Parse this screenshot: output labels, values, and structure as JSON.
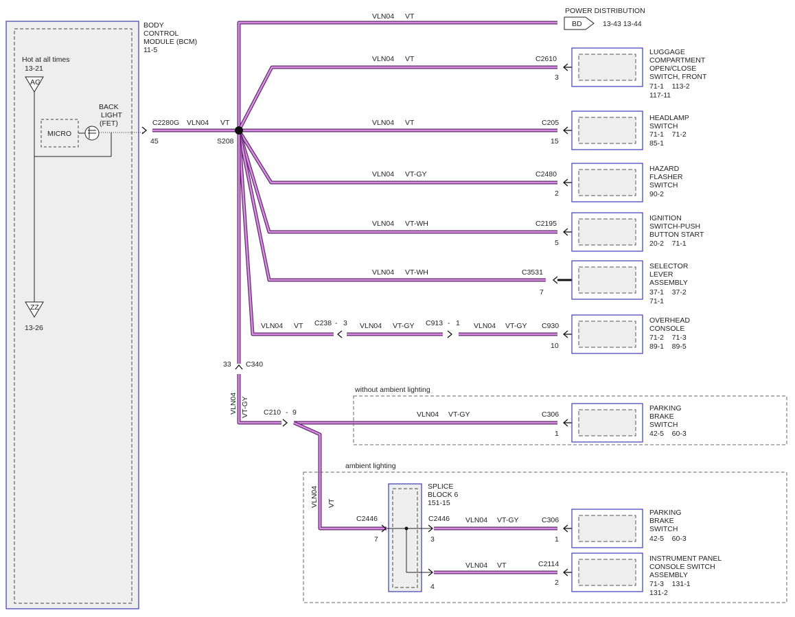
{
  "bcm": {
    "title_lines": [
      "BODY",
      "CONTROL",
      "MODULE (BCM)",
      "11-5"
    ],
    "hot_label": "Hot at all times",
    "hot_ref": "13-21",
    "ag": "AG",
    "zz": "ZZ",
    "zz_ref": "13-26",
    "micro": "MICRO",
    "backlight_lines": [
      "BACK",
      "LIGHT",
      "(FET)"
    ]
  },
  "main": {
    "connector": "C2280G",
    "pin": "45",
    "circuit": "VLN04",
    "color": "VT",
    "splice": "S208"
  },
  "power_distribution": {
    "title": "POWER DISTRIBUTION",
    "badge": "BD",
    "refs": "13-43  13-44",
    "circuit": "VLN04",
    "color": "VT"
  },
  "branches": [
    {
      "circuit": "VLN04",
      "color": "VT",
      "connector": "C2610",
      "pin": "3",
      "component": [
        "LUGGAGE",
        "COMPARTMENT",
        "OPEN/CLOSE",
        "SWITCH, FRONT",
        "71-1    113-2",
        "117-11"
      ]
    },
    {
      "circuit": "VLN04",
      "color": "VT",
      "connector": "C205",
      "pin": "15",
      "component": [
        "HEADLAMP",
        "SWITCH",
        "71-1    71-2",
        "85-1"
      ]
    },
    {
      "circuit": "VLN04",
      "color": "VT-GY",
      "connector": "C2480",
      "pin": "2",
      "component": [
        "HAZARD",
        "FLASHER",
        "SWITCH",
        "90-2"
      ]
    },
    {
      "circuit": "VLN04",
      "color": "VT-WH",
      "connector": "C2195",
      "pin": "5",
      "component": [
        "IGNITION",
        "SWITCH-PUSH",
        "BUTTON START",
        "20-2    71-1"
      ]
    },
    {
      "circuit": "VLN04",
      "color": "VT-WH",
      "connector": "C3531",
      "pin": "7",
      "component": [
        "SELECTOR",
        "LEVER",
        "ASSEMBLY",
        "37-1    37-2",
        "71-1"
      ]
    }
  ],
  "overhead": {
    "seg1_circuit": "VLN04",
    "seg1_color": "VT",
    "c238": "C238",
    "c238_pin": "3",
    "seg2_circuit": "VLN04",
    "seg2_color": "VT-GY",
    "c913": "C913",
    "c913_pin": "1",
    "seg3_circuit": "VLN04",
    "seg3_color": "VT-GY",
    "connector": "C930",
    "pin": "10",
    "component": [
      "OVERHEAD",
      "CONSOLE",
      "71-2    71-3",
      "89-1    89-5"
    ]
  },
  "c340": {
    "connector": "C340",
    "pin": "33",
    "circuit": "VLN04",
    "color": "VT-GY"
  },
  "c210": {
    "connector": "C210",
    "pin": "9"
  },
  "without_ambient": {
    "label": "without ambient lighting",
    "circuit": "VLN04",
    "color": "VT-GY",
    "connector": "C306",
    "pin": "1",
    "component": [
      "PARKING",
      "BRAKE",
      "SWITCH",
      "42-5    60-3"
    ]
  },
  "ambient": {
    "label": "ambient lighting",
    "vert_circuit": "VLN04",
    "vert_color": "VT",
    "c2446_in": "C2446",
    "c2446_in_pin": "7",
    "splice_lines": [
      "SPLICE",
      "BLOCK 6",
      "151-15"
    ],
    "c2446_out": "C2446",
    "c2446_out_pin": "3",
    "c2446_out_pin2": "4",
    "top_circuit": "VLN04",
    "top_color": "VT-GY",
    "top_connector": "C306",
    "top_pin": "1",
    "top_component": [
      "PARKING",
      "BRAKE",
      "SWITCH",
      "42-5    60-3"
    ],
    "bot_circuit": "VLN04",
    "bot_color": "VT",
    "bot_connector": "C2114",
    "bot_pin": "2",
    "bot_component": [
      "INSTRUMENT PANEL",
      "CONSOLE SWITCH",
      "ASSEMBLY",
      "71-3    131-1",
      "131-2"
    ]
  },
  "colors": {
    "wire_fill": "#d98ce0",
    "wire_edge": "#5a2a6a",
    "module_border": "#3b3bb0",
    "panel_fill": "#eeeeee"
  }
}
